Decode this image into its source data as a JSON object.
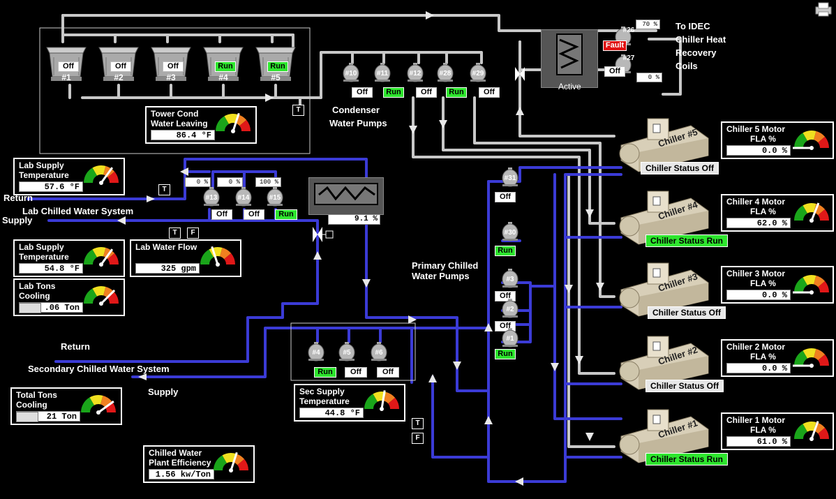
{
  "colors": {
    "pipe_cw": "#3b3bd6",
    "pipe_cond": "#c8c8c8",
    "run": "#2ee62e",
    "off": "#ffffff",
    "fault": "#e01010"
  },
  "labels": {
    "to_idec": "To IDEC",
    "chiller_heat": "Chiller Heat",
    "recovery": "Recovery",
    "coils": "Coils",
    "active": "Active",
    "condenser_1": "Condenser",
    "condenser_2": "Water Pumps",
    "return_lab": "Return",
    "lab_system": "Lab Chilled Water System",
    "supply_lab": "Supply",
    "primary_1": "Primary Chilled",
    "primary_2": "Water Pumps",
    "return_sec": "Return",
    "sec_system": "Secondary Chilled Water System",
    "supply_sec": "Supply"
  },
  "towers": [
    {
      "name": "#1",
      "status": "Off"
    },
    {
      "name": "#2",
      "status": "Off"
    },
    {
      "name": "#3",
      "status": "Off"
    },
    {
      "name": "#4",
      "status": "Run"
    },
    {
      "name": "#5",
      "status": "Run"
    }
  ],
  "condenser_pumps": [
    {
      "name": "#10",
      "status": "Off"
    },
    {
      "name": "#11",
      "status": "Run"
    },
    {
      "name": "#12",
      "status": "Off"
    },
    {
      "name": "#28",
      "status": "Run"
    },
    {
      "name": "#29",
      "status": "Off"
    }
  ],
  "recovery_pumps": [
    {
      "name": "#26",
      "status": "Fault",
      "value": "70 %"
    },
    {
      "name": "#27",
      "status": "Off",
      "value": "0 %"
    }
  ],
  "lab_pumps": [
    {
      "name": "#13",
      "status": "Off",
      "value": "0 %"
    },
    {
      "name": "#14",
      "status": "Off",
      "value": "0 %"
    },
    {
      "name": "#15",
      "status": "Run",
      "value": "100 %"
    }
  ],
  "lab_hx_value": "9.1 %",
  "sec_pumps": [
    {
      "name": "#4",
      "status": "Run"
    },
    {
      "name": "#5",
      "status": "Off"
    },
    {
      "name": "#6",
      "status": "Off"
    }
  ],
  "primary_pumps": [
    {
      "name": "#31",
      "status": "Off"
    },
    {
      "name": "#30",
      "status": "Run"
    },
    {
      "name": "#3",
      "status": "Off"
    },
    {
      "name": "#2",
      "status": "Off"
    },
    {
      "name": "#1",
      "status": "Run"
    }
  ],
  "chillers": [
    {
      "name": "Chiller #5",
      "status": "Chiller Status Off",
      "state": "off",
      "gauge_title_1": "Chiller 5 Motor",
      "gauge_title_2": "FLA %",
      "gauge_value": "0.0 %",
      "level": 0
    },
    {
      "name": "Chiller #4",
      "status": "Chiller Status Run",
      "state": "run",
      "gauge_title_1": "Chiller 4 Motor",
      "gauge_title_2": "FLA %",
      "gauge_value": "62.0 %",
      "level": 62
    },
    {
      "name": "Chiller #3",
      "status": "Chiller Status Off",
      "state": "off",
      "gauge_title_1": "Chiller 3 Motor",
      "gauge_title_2": "FLA %",
      "gauge_value": "0.0 %",
      "level": 0
    },
    {
      "name": "Chiller #2",
      "status": "Chiller Status Off",
      "state": "off",
      "gauge_title_1": "Chiller 2 Motor",
      "gauge_title_2": "FLA %",
      "gauge_value": "0.0 %",
      "level": 0
    },
    {
      "name": "Chiller #1",
      "status": "Chiller Status Run",
      "state": "run",
      "gauge_title_1": "Chiller 1 Motor",
      "gauge_title_2": "FLA %",
      "gauge_value": "61.0 %",
      "level": 61
    }
  ],
  "gauges": {
    "tower_cond": {
      "title_1": "Tower Cond",
      "title_2": "Water Leaving",
      "value": "86.4 °F"
    },
    "lab_supply_1": {
      "title_1": "Lab Supply",
      "title_2": "Temperature",
      "value": "57.6 °F"
    },
    "lab_supply_2": {
      "title_1": "Lab Supply",
      "title_2": "Temperature",
      "value": "54.8 °F"
    },
    "lab_flow": {
      "title_1": "Lab Water Flow",
      "value": "325 gpm"
    },
    "lab_tons": {
      "title_1": "Lab Tons",
      "title_2": "Cooling",
      "value": ".06 Ton"
    },
    "total_tons": {
      "title_1": "Total Tons",
      "title_2": "Cooling",
      "value": "21 Ton"
    },
    "sec_supply": {
      "title_1": "Sec Supply",
      "title_2": "Temperature",
      "value": "44.8 °F"
    },
    "efficiency": {
      "title_1": "Chilled Water",
      "title_2": "Plant Efficiency",
      "value": "1.56 kw/Ton"
    }
  },
  "sensor_t": "T",
  "sensor_f": "F"
}
